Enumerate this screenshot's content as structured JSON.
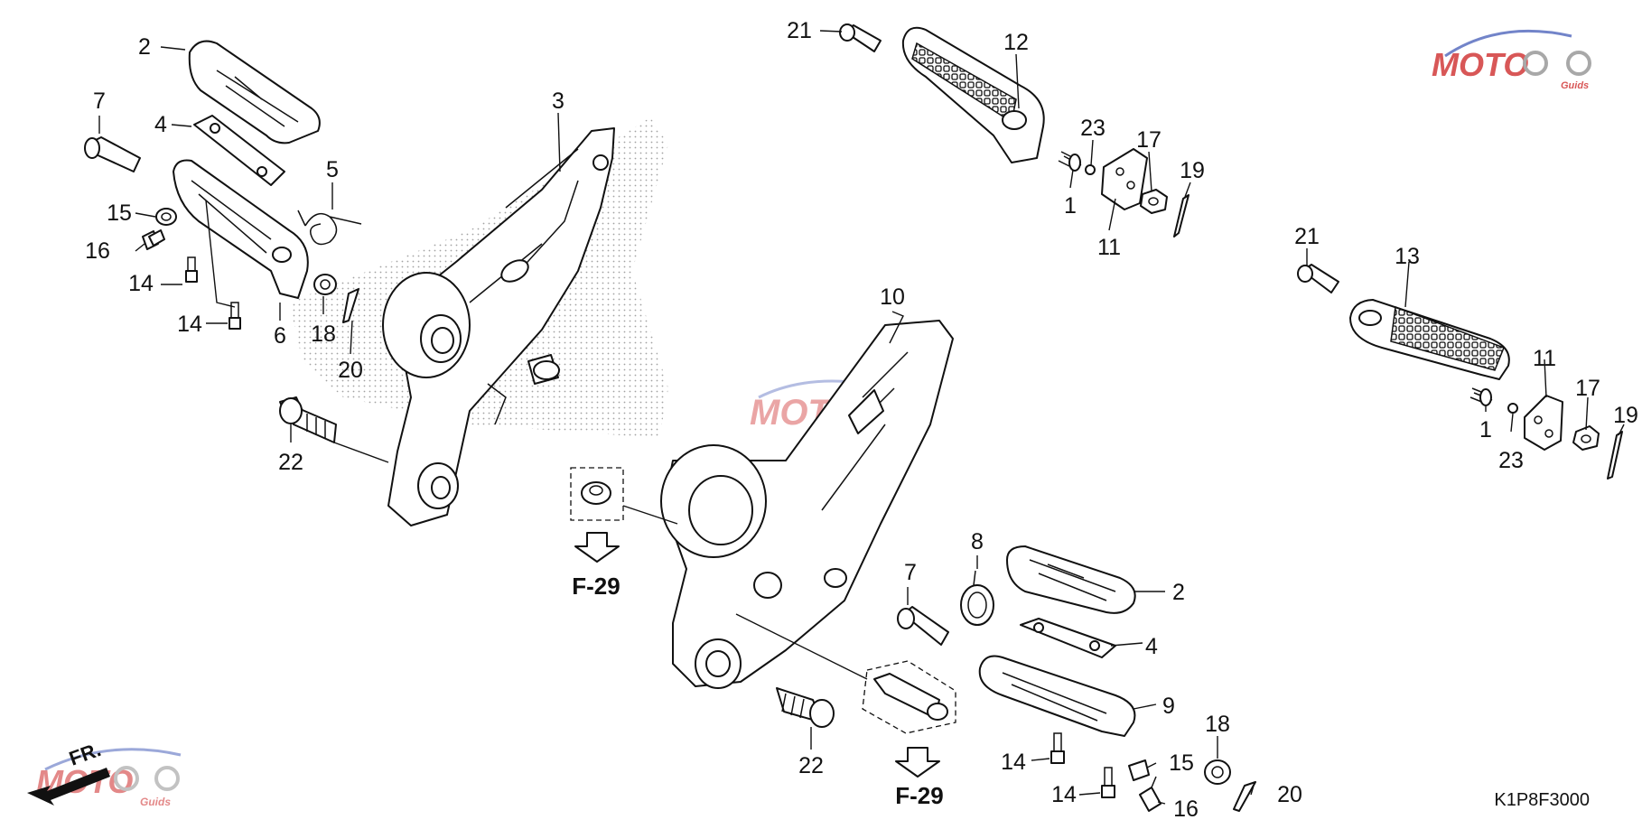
{
  "diagram": {
    "drawing_code": "K1P8F3000",
    "direction_label": "FR.",
    "references": [
      {
        "id": "ref-left",
        "label": "F-29"
      },
      {
        "id": "ref-bottom",
        "label": "F-29"
      }
    ],
    "watermark": {
      "brand": "MOTO",
      "tagline": "Guids",
      "colors": {
        "red": "#d23a3a",
        "grey": "#9a9a9a",
        "blue": "#5a6fc0"
      }
    },
    "callouts": [
      {
        "id": "c2a",
        "label": "2"
      },
      {
        "id": "c7a",
        "label": "7"
      },
      {
        "id": "c4a",
        "label": "4"
      },
      {
        "id": "c5",
        "label": "5"
      },
      {
        "id": "c15a",
        "label": "15"
      },
      {
        "id": "c16a",
        "label": "16"
      },
      {
        "id": "c14a",
        "label": "14"
      },
      {
        "id": "c14b",
        "label": "14"
      },
      {
        "id": "c6",
        "label": "6"
      },
      {
        "id": "c18a",
        "label": "18"
      },
      {
        "id": "c20a",
        "label": "20"
      },
      {
        "id": "c3",
        "label": "3"
      },
      {
        "id": "c22a",
        "label": "22"
      },
      {
        "id": "c21a",
        "label": "21"
      },
      {
        "id": "c12",
        "label": "12"
      },
      {
        "id": "c23a",
        "label": "23"
      },
      {
        "id": "c17a",
        "label": "17"
      },
      {
        "id": "c19a",
        "label": "19"
      },
      {
        "id": "c1a",
        "label": "1"
      },
      {
        "id": "c11a",
        "label": "11"
      },
      {
        "id": "c21b",
        "label": "21"
      },
      {
        "id": "c13",
        "label": "13"
      },
      {
        "id": "c11b",
        "label": "11"
      },
      {
        "id": "c17b",
        "label": "17"
      },
      {
        "id": "c19b",
        "label": "19"
      },
      {
        "id": "c1b",
        "label": "1"
      },
      {
        "id": "c23b",
        "label": "23"
      },
      {
        "id": "c10",
        "label": "10"
      },
      {
        "id": "c8",
        "label": "8"
      },
      {
        "id": "c7b",
        "label": "7"
      },
      {
        "id": "c2b",
        "label": "2"
      },
      {
        "id": "c4b",
        "label": "4"
      },
      {
        "id": "c9",
        "label": "9"
      },
      {
        "id": "c18b",
        "label": "18"
      },
      {
        "id": "c15b",
        "label": "15"
      },
      {
        "id": "c14c",
        "label": "14"
      },
      {
        "id": "c14d",
        "label": "14"
      },
      {
        "id": "c16b",
        "label": "16"
      },
      {
        "id": "c20b",
        "label": "20"
      },
      {
        "id": "c22b",
        "label": "22"
      }
    ]
  }
}
